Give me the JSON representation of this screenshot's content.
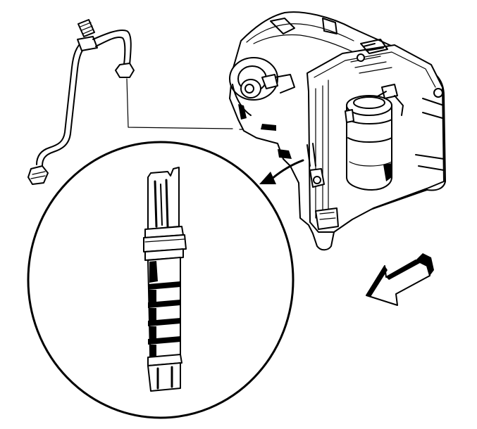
{
  "diagram": {
    "parts": [
      {
        "id": "refrigerant-line",
        "icon": "ac-refrigerant-line"
      },
      {
        "id": "hvac-evaporator-module",
        "icon": "hvac-module"
      },
      {
        "id": "accumulator",
        "icon": "accumulator-can"
      },
      {
        "id": "expansion-tube-detail",
        "icon": "orifice-tube"
      },
      {
        "id": "vehicle-front-direction",
        "icon": "direction-arrow"
      }
    ],
    "colors": {
      "stroke": "#000000",
      "fill": "#ffffff",
      "shade": "#000000"
    }
  }
}
